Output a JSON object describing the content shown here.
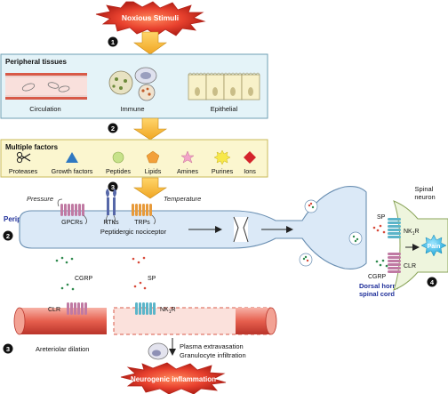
{
  "colors": {
    "panel_fill": "#e4f3f8",
    "panel_border": "#6e9fb3",
    "factors_fill": "#fbf6cf",
    "factors_border": "#c9b95a",
    "arrow_yellow": "#f4b93a",
    "neuron_fill": "#dbe9f7",
    "neuron_border": "#6a8fb2",
    "vessel_red": "#e65f4e",
    "label_blue": "#1f2f9a",
    "burst_red": "#e8412e"
  },
  "stimulus": {
    "label": "Noxious Stimuli",
    "step": "1"
  },
  "peripheral": {
    "title": "Peripheral tissues",
    "labels": [
      "Circulation",
      "Immune",
      "Epithelial"
    ],
    "step": "2"
  },
  "factors": {
    "title": "Multiple factors",
    "items": [
      {
        "label": "Proteases",
        "icon": "scissors-icon"
      },
      {
        "label": "Growth factors",
        "icon": "triangle-icon",
        "color": "#2f78c1"
      },
      {
        "label": "Peptides",
        "icon": "circle-icon",
        "color": "#c7e28a"
      },
      {
        "label": "Lipids",
        "icon": "pentagon-icon",
        "color": "#f2a03a"
      },
      {
        "label": "Amines",
        "icon": "star-icon",
        "color": "#f2a4c8"
      },
      {
        "label": "Purines",
        "icon": "sunburst-icon",
        "color": "#f7e84a"
      },
      {
        "label": "Ions",
        "icon": "diamond-icon",
        "color": "#d4242c"
      }
    ],
    "step": "3"
  },
  "neuron": {
    "pressure": "Pressure",
    "temperature": "Temperature",
    "periphery": "Periphery",
    "periphery_step": "2",
    "receptors": [
      "GPCRs",
      "RTKs",
      "TRPs"
    ],
    "body_label": "Peptidergic nociceptor",
    "release_left": [
      "CGRP",
      "SP"
    ],
    "release_right": [
      "SP",
      "CGRP"
    ],
    "post_receptors": [
      "NK1R",
      "CLR"
    ],
    "spinal_neuron": "Spinal\nneuron",
    "pain": "Pain",
    "pain_step": "4",
    "dorsal_horn": "Dorsal horn,\nspinal cord"
  },
  "vessel": {
    "step": "3",
    "receptors": [
      "CLR",
      "NK1R"
    ],
    "dilation": "Areteriolar dilation",
    "extravasation": "Plasma extravasation",
    "infiltration": "Granulocyte infiltration"
  },
  "outcome": {
    "label": "Neurogenic inflammation"
  }
}
